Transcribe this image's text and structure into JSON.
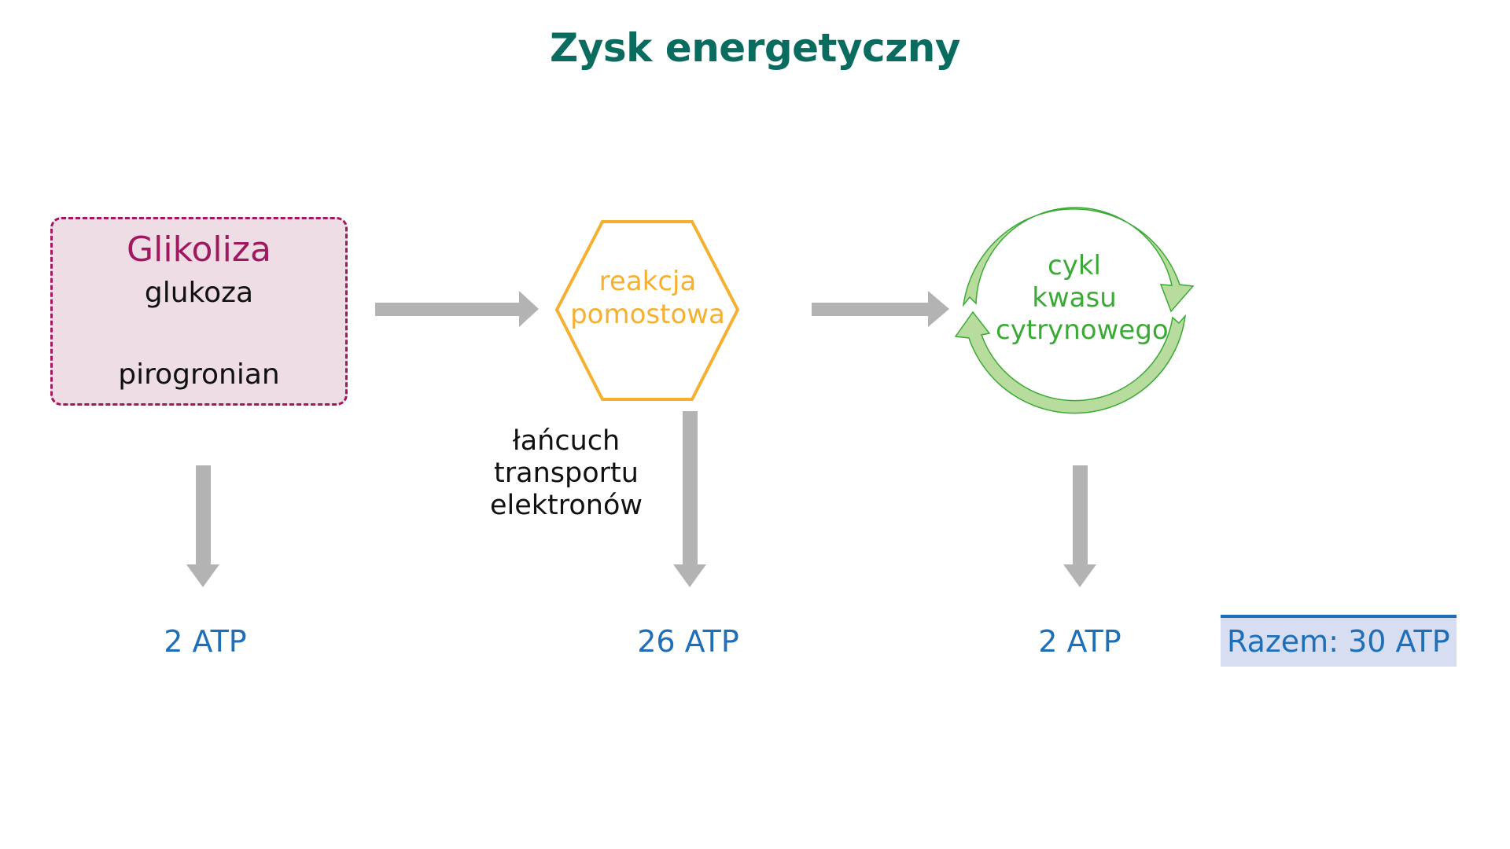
{
  "title": "Zysk energetyczny",
  "glycolysis": {
    "title": "Glikoliza",
    "substrate": "glukoza",
    "product": "pirogronian",
    "yield": "2 ATP",
    "color": "#a0195e"
  },
  "link_reaction": {
    "label_line1": "reakcja",
    "label_line2": "pomostowa",
    "color": "#f5b030"
  },
  "krebs_cycle": {
    "label_line1": "cykl",
    "label_line2": "kwasu",
    "label_line3": "cytrynowego",
    "yield": "2 ATP",
    "color": "#3aaa35"
  },
  "electron_transport_chain": {
    "label_line1": "łańcuch",
    "label_line2": "transportu",
    "label_line3": "elektronów",
    "yield": "26 ATP"
  },
  "total": {
    "label": "Razem: 30 ATP"
  },
  "colors": {
    "title": "#0a6b5f",
    "arrow": "#b3b3b3",
    "atp": "#1f6fb8",
    "total_bg": "#d8def2"
  }
}
